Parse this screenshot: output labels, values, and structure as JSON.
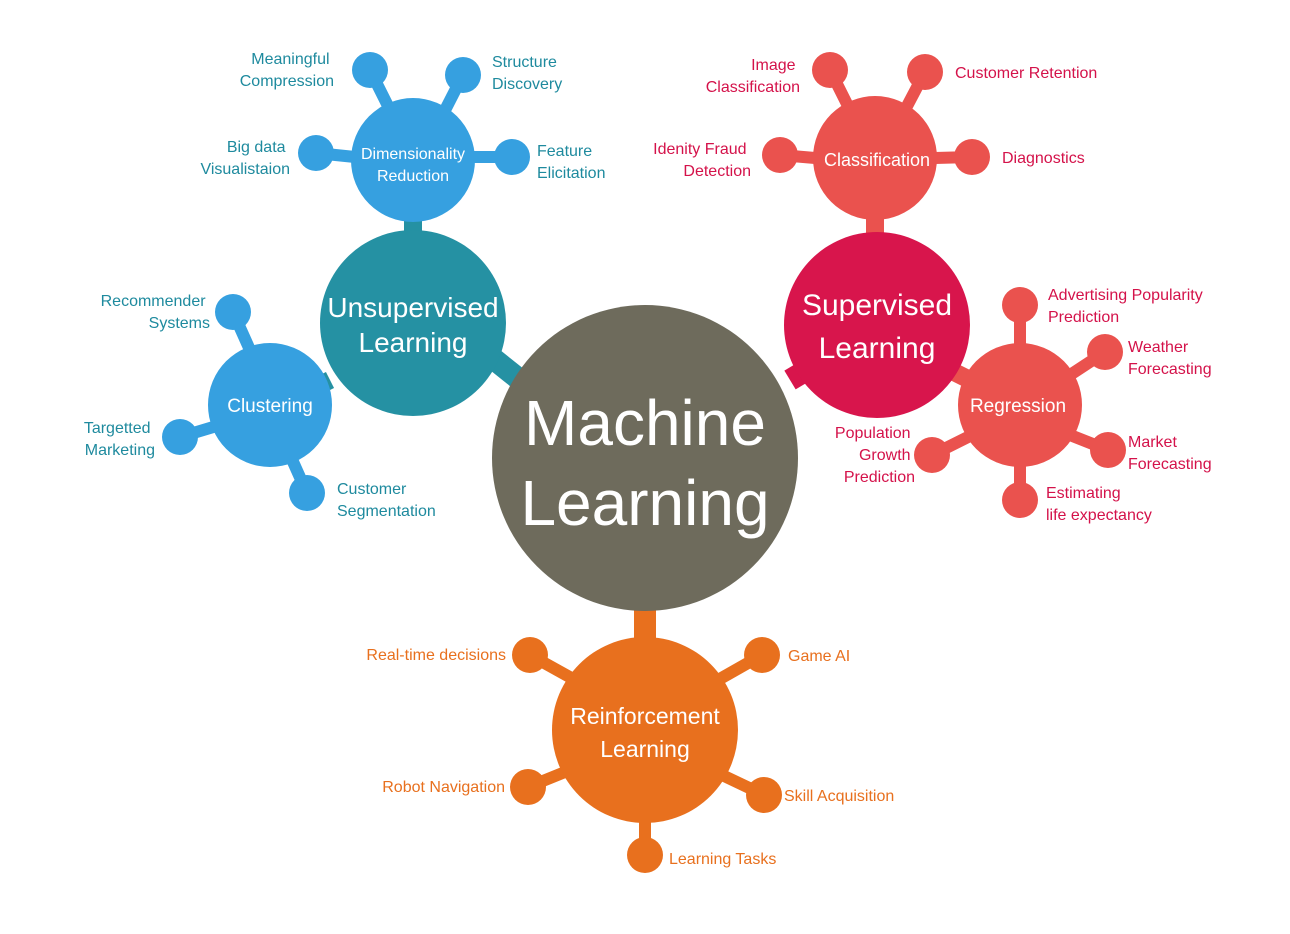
{
  "colors": {
    "center": "#6e6b5c",
    "unsupervised_main": "#2591a3",
    "unsupervised_sub": "#36a0e0",
    "unsupervised_text": "#1e8a9e",
    "supervised_main": "#d8154c",
    "supervised_sub": "#ea524e",
    "supervised_text": "#d4124a",
    "reinforcement": "#e8701e",
    "reinforcement_text": "#e8701e"
  },
  "center": {
    "line1": "Machine",
    "line2": "Learning"
  },
  "unsupervised": {
    "line1": "Unsupervised",
    "line2": "Learning",
    "dimensionality": {
      "line1": "Dimensionality",
      "line2": "Reduction",
      "leaves": {
        "meaningful": [
          "Meaningful",
          "Compression"
        ],
        "structure": [
          "Structure",
          "Discovery"
        ],
        "bigdata": [
          "Big data",
          "Visualistaion"
        ],
        "feature": [
          "Feature",
          "Elicitation"
        ]
      }
    },
    "clustering": {
      "label": "Clustering",
      "leaves": {
        "recommender": [
          "Recommender",
          "Systems"
        ],
        "targetted": [
          "Targetted",
          "Marketing"
        ],
        "customer": [
          "Customer",
          "Segmentation"
        ]
      }
    }
  },
  "supervised": {
    "line1": "Supervised",
    "line2": "Learning",
    "classification": {
      "label": "Classification",
      "leaves": {
        "image": [
          "Image",
          "Classification"
        ],
        "retention": [
          "Customer Retention"
        ],
        "fraud": [
          "Idenity Fraud",
          "Detection"
        ],
        "diagnostics": [
          "Diagnostics"
        ]
      }
    },
    "regression": {
      "label": "Regression",
      "leaves": {
        "advertising": [
          "Advertising Popularity",
          "Prediction"
        ],
        "weather": [
          "Weather",
          "Forecasting"
        ],
        "population": [
          "Population",
          "Growth",
          "Prediction"
        ],
        "market": [
          "Market",
          "Forecasting"
        ],
        "life": [
          "Estimating",
          "life expectancy"
        ]
      }
    }
  },
  "reinforcement": {
    "line1": "Reinforcement",
    "line2": "Learning",
    "leaves": {
      "realtime": [
        "Real-time decisions"
      ],
      "gameai": [
        "Game AI"
      ],
      "robot": [
        "Robot Navigation"
      ],
      "skill": [
        "Skill Acquisition"
      ],
      "tasks": [
        "Learning Tasks"
      ]
    }
  }
}
